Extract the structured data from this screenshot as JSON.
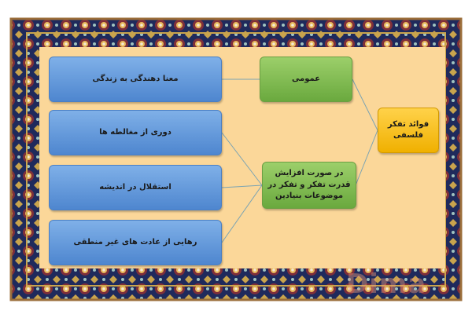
{
  "diagram": {
    "root": {
      "label": "فوائد تفکر فلسفی"
    },
    "categories": [
      {
        "label": "عمومی"
      },
      {
        "label": "در صورت افزایش قدرت تفکر و تفکر در موضوعات بنیادین"
      }
    ],
    "leaves": [
      {
        "label": "معنا دهندگی به زندگی"
      },
      {
        "label": "دوری از مغالطه ها"
      },
      {
        "label": "استقلال در اندیشه"
      },
      {
        "label": "رهایی از عادت های غیر منطقی"
      }
    ]
  },
  "watermark": {
    "text": "Dima"
  },
  "colors": {
    "panel": "#fbd799",
    "frame_blue": "#1f2a5c",
    "frame_border": "#9b6e3a",
    "leaf_blue": "#5b93d8",
    "category_green": "#77b347",
    "root_gold": "#f6c21d",
    "connector": "#7aa3b3"
  }
}
